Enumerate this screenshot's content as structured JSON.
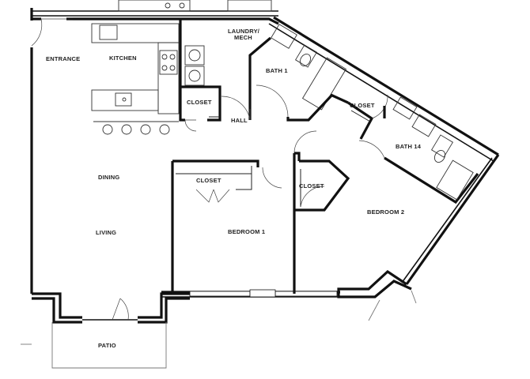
{
  "rooms": {
    "entrance": "ENTRANCE",
    "kitchen": "KITCHEN",
    "laundry_line1": "LAUNDRY/",
    "laundry_line2": "MECH",
    "bath1": "BATH 1",
    "closet_kitchen": "CLOSET",
    "hall": "HALL",
    "closet_bath": "CLOSET",
    "bath14": "BATH 14",
    "dining": "DINING",
    "closet_bed1": "CLOSET",
    "closet_center": "CLOSET",
    "bedroom2": "BEDROOM 2",
    "living": "LIVING",
    "bedroom1": "BEDROOM 1",
    "patio": "PATIO"
  }
}
